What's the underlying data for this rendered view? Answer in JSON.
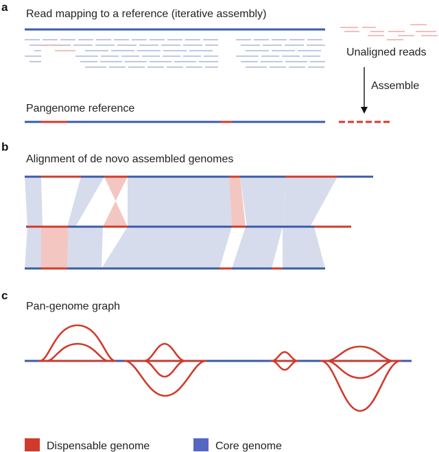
{
  "panels": {
    "a": {
      "letter": "a",
      "title": "Read mapping to a reference (iterative assembly)",
      "unaligned_label": "Unaligned reads",
      "assemble_label": "Assemble",
      "result_label": "Pangenome reference"
    },
    "b": {
      "letter": "b",
      "title": "Alignment of de novo assembled genomes"
    },
    "c": {
      "letter": "c",
      "title": "Pan-genome graph"
    }
  },
  "legend": {
    "dispensable": "Dispensable genome",
    "core": "Core genome"
  },
  "colors": {
    "core": "#3a5aa8",
    "dispensable": "#d03a2a",
    "core_fill": "#d6dcec",
    "dispensable_fill": "#f4c6c2",
    "read_core": "#9aa8cc",
    "read_dispensable": "#e79a92",
    "legend_core": "#5566c4",
    "legend_dispensable": "#d03a2a"
  }
}
